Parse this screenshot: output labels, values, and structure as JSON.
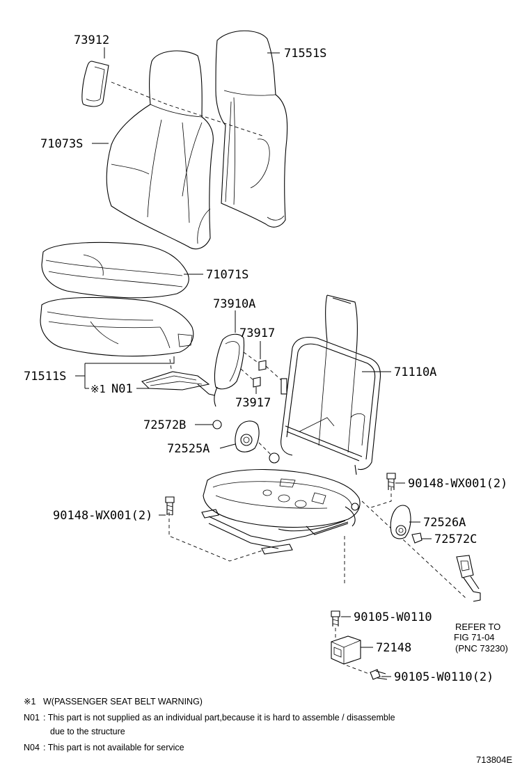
{
  "diagram": {
    "figure_id": "713804E",
    "labels": {
      "p73912": "73912",
      "p71551S": "71551S",
      "p71073S": "71073S",
      "p71071S": "71071S",
      "p73910A": "73910A",
      "p73917a": "73917",
      "p73917b": "73917",
      "p71110A": "71110A",
      "p71511S": "71511S",
      "pN01_mark": "※1",
      "pN01": "N01",
      "p72572B": "72572B",
      "p72525A": "72525A",
      "p90148R": "90148-WX001(2)",
      "p90148L": "90148-WX001(2)",
      "p72526A": "72526A",
      "p72572C": "72572C",
      "p90105a": "90105-W0110",
      "p72148": "72148",
      "p90105b": "90105-W0110(2)"
    },
    "refer": {
      "line1": "REFER TO",
      "line2": "FIG 71-04",
      "line3": "(PNC 73230)"
    }
  },
  "notes": {
    "n1_mark": "※1",
    "n1_text": "W(PASSENGER SEAT BELT WARNING)",
    "n01_code": "N01",
    "n01_text_line1": ": This part is not supplied as an individual part,because it is hard to assemble / disassemble",
    "n01_text_line2": "due to the structure",
    "n04_code": "N04",
    "n04_text": ": This part is not available for service"
  }
}
